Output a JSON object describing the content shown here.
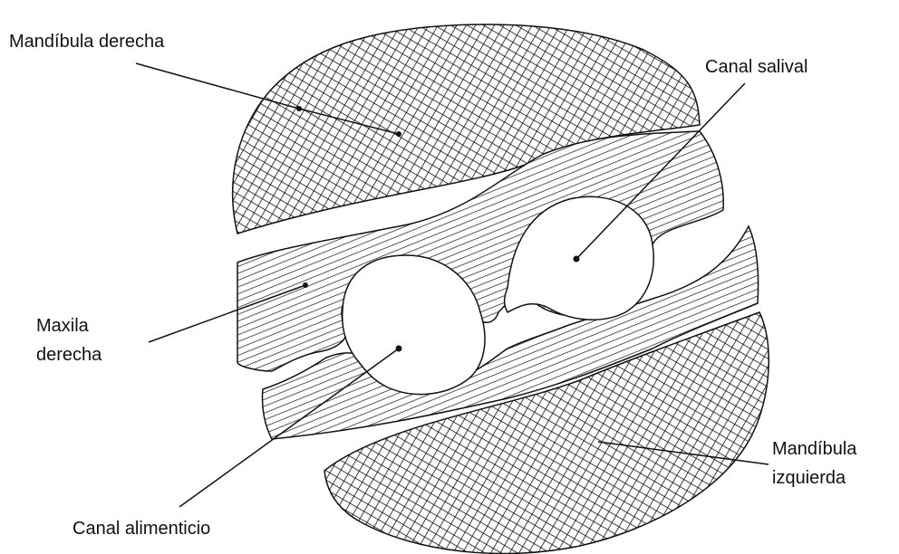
{
  "labels": {
    "mandibula_derecha": "Mandíbula derecha",
    "canal_salival": "Canal salival",
    "maxila_line1": "Maxila",
    "maxila_line2": "derecha",
    "mandibula_izq_line1": "Mandíbula",
    "mandibula_izq_line2": "izquierda",
    "canal_alimenticio": "Canal alimenticio"
  },
  "colors": {
    "ink": "#111111",
    "paper": "#ffffff"
  }
}
